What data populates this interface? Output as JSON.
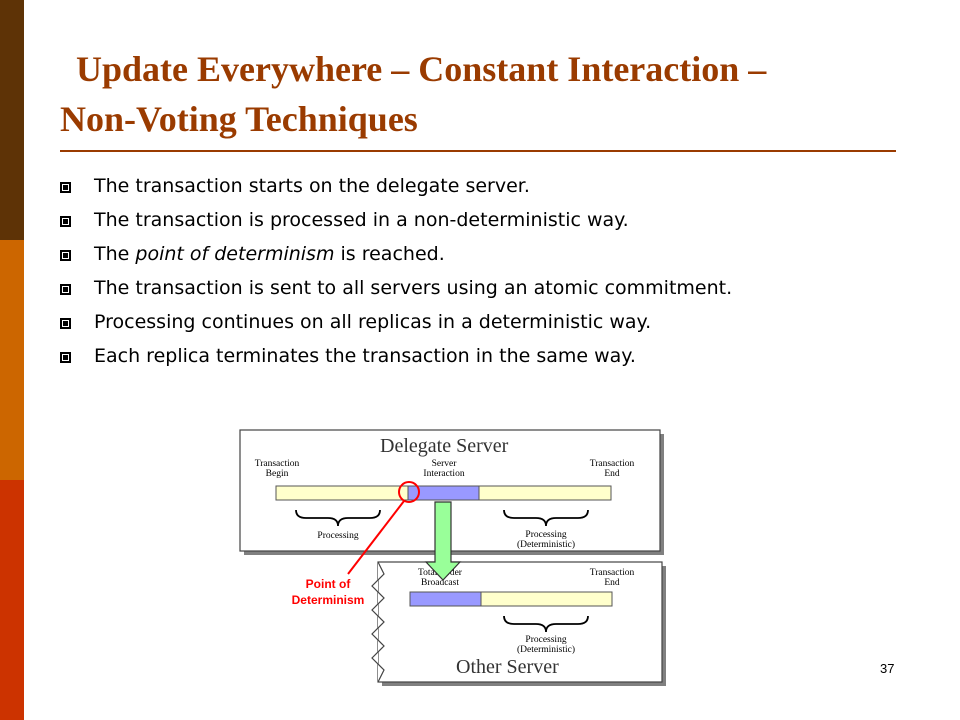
{
  "slide": {
    "title_line1": "Update Everywhere – Constant Interaction –",
    "title_line2": "Non-Voting Techniques",
    "bullets": [
      [
        "The transaction starts on the delegate server."
      ],
      [
        "The transaction is processed in a non-deterministic way."
      ],
      [
        "The ",
        "point of determinism",
        " is reached."
      ],
      [
        "The transaction is sent to all servers using an atomic commitment."
      ],
      [
        "Processing continues on all replicas in a deterministic way."
      ],
      [
        "Each replica terminates the transaction in the same way."
      ]
    ],
    "page_number": "37"
  },
  "diagram": {
    "delegate_title": "Delegate Server",
    "other_title": "Other Server",
    "labels": {
      "tx_begin_1": "Transaction",
      "tx_begin_2": "Begin",
      "server_int_1": "Server",
      "server_int_2": "Interaction",
      "tx_end_1": "Transaction",
      "tx_end_2": "End",
      "processing": "Processing",
      "processing_det_1": "Processing",
      "processing_det_2": "(Deterministic)",
      "total_order_1": "Total Order",
      "total_order_2": "Broadcast",
      "other_end_1": "Transaction",
      "other_end_2": "End",
      "other_proc_1": "Processing",
      "other_proc_2": "(Deterministic)",
      "pod_1": "Point of",
      "pod_2": "Determinism"
    },
    "colors": {
      "bar_yellow": "#ffffcc",
      "bar_purple": "#9999ff",
      "arrow_green": "#99ff99",
      "highlight_red": "#ff0000"
    }
  }
}
